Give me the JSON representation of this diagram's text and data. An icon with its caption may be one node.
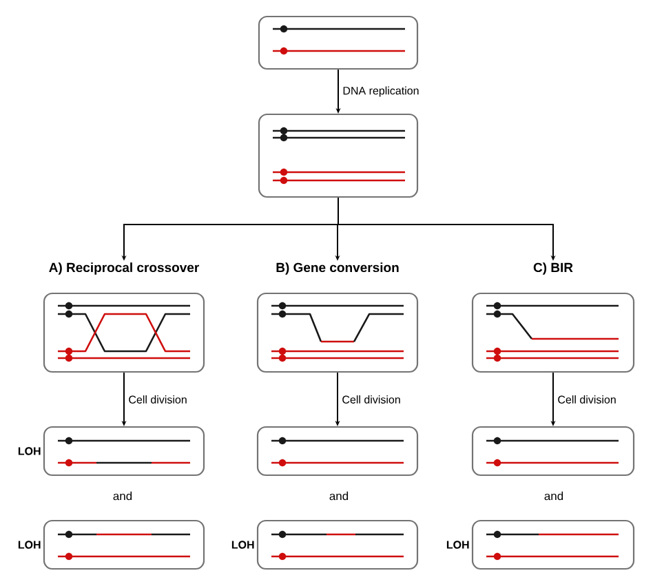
{
  "diagram": {
    "nodes": [
      {
        "text": [],
        "shape": "box"
      },
      {
        "text": [],
        "shape": "box"
      },
      {
        "text": [
          "A) Reciprocal crossover"
        ]
      },
      {
        "text": [
          "B) Gene conversion"
        ]
      },
      {
        "text": [
          "C) BIR"
        ]
      },
      {
        "text": [],
        "shape": "box",
        "beside": [
          "LOH"
        ]
      },
      {
        "text": [],
        "shape": "box",
        "beside": [
          "LOH"
        ]
      },
      {
        "text": [],
        "shape": "box"
      },
      {
        "text": [],
        "shape": "box",
        "beside": [
          "LOH"
        ]
      },
      {
        "text": [],
        "shape": "box"
      },
      {
        "text": [],
        "shape": "box",
        "beside": [
          "LOH"
        ]
      }
    ],
    "edges": [
      {
        "from": 0,
        "to": 1,
        "arrow": "to",
        "label": "DNA replication"
      },
      {
        "from": 1,
        "to": 2,
        "arrow": "to"
      },
      {
        "from": 1,
        "to": 3,
        "arrow": "to"
      },
      {
        "from": 1,
        "to": 4,
        "arrow": "to"
      },
      {
        "from": 2,
        "to": 5,
        "arrow": "to",
        "label": "Cell division"
      },
      {
        "from": 3,
        "to": 7,
        "arrow": "to",
        "label": "Cell division"
      },
      {
        "from": 4,
        "to": 9,
        "arrow": "to",
        "label": "Cell division"
      }
    ],
    "labels": [
      "and",
      "and",
      "and"
    ]
  }
}
